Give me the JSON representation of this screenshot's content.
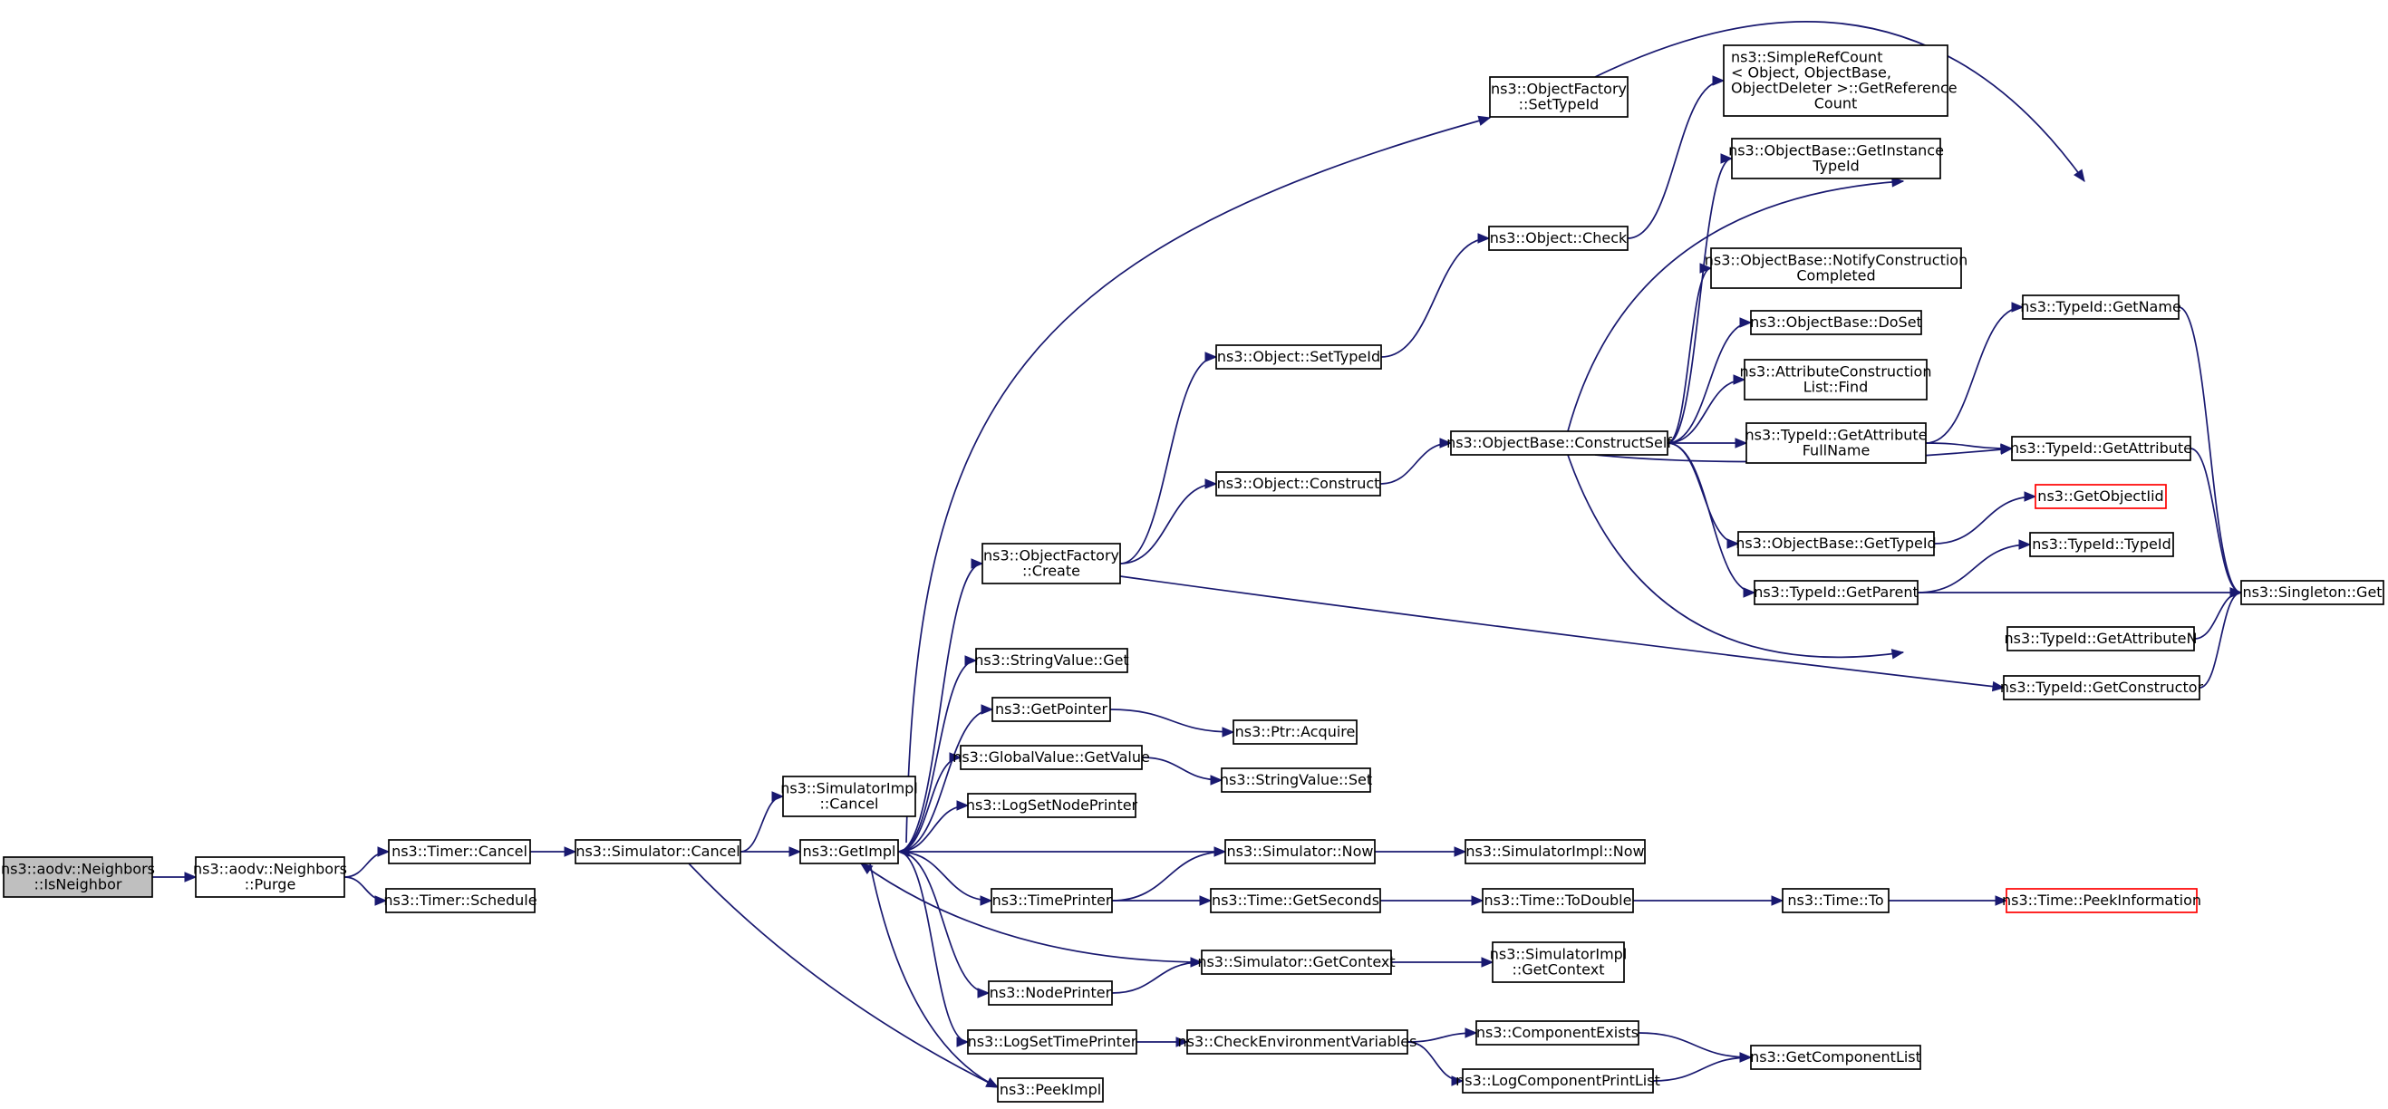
{
  "colors": {
    "edge": "#191970",
    "node_border": "#000000",
    "node_border_incomplete": "#ff0000",
    "root_fill": "#bfbfbf",
    "node_fill": "#ffffff"
  },
  "nodes": {
    "n_isneighbor": {
      "lines": [
        "ns3::aodv::Neighbors",
        "::IsNeighbor"
      ],
      "style": "root"
    },
    "n_purge": {
      "lines": [
        "ns3::aodv::Neighbors",
        "::Purge"
      ]
    },
    "n_timer_cancel": {
      "lines": [
        "ns3::Timer::Cancel"
      ]
    },
    "n_timer_schedule": {
      "lines": [
        "ns3::Timer::Schedule"
      ]
    },
    "n_sim_cancel": {
      "lines": [
        "ns3::Simulator::Cancel"
      ]
    },
    "n_simimpl_cancel": {
      "lines": [
        "ns3::SimulatorImpl",
        "::Cancel"
      ]
    },
    "n_getimpl": {
      "lines": [
        "ns3::GetImpl"
      ]
    },
    "n_peekimpl": {
      "lines": [
        "ns3::PeekImpl"
      ]
    },
    "n_objfactory_create": {
      "lines": [
        "ns3::ObjectFactory",
        "::Create"
      ]
    },
    "n_stringvalue_get": {
      "lines": [
        "ns3::StringValue::Get"
      ]
    },
    "n_getpointer": {
      "lines": [
        "ns3::GetPointer"
      ]
    },
    "n_globalvalue_getvalue": {
      "lines": [
        "ns3::GlobalValue::GetValue"
      ]
    },
    "n_logsetnodeprinter": {
      "lines": [
        "ns3::LogSetNodePrinter"
      ]
    },
    "n_timeprinter": {
      "lines": [
        "ns3::TimePrinter"
      ]
    },
    "n_nodeprinter": {
      "lines": [
        "ns3::NodePrinter"
      ]
    },
    "n_logsettimeprinter": {
      "lines": [
        "ns3::LogSetTimePrinter"
      ]
    },
    "n_objfactory_settypeid": {
      "lines": [
        "ns3::ObjectFactory",
        "::SetTypeId"
      ]
    },
    "n_object_settypeid": {
      "lines": [
        "ns3::Object::SetTypeId"
      ]
    },
    "n_object_construct": {
      "lines": [
        "ns3::Object::Construct"
      ]
    },
    "n_ptr_acquire": {
      "lines": [
        "ns3::Ptr::Acquire"
      ]
    },
    "n_stringvalue_set": {
      "lines": [
        "ns3::StringValue::Set"
      ]
    },
    "n_sim_now": {
      "lines": [
        "ns3::Simulator::Now"
      ]
    },
    "n_time_getseconds": {
      "lines": [
        "ns3::Time::GetSeconds"
      ]
    },
    "n_sim_getcontext": {
      "lines": [
        "ns3::Simulator::GetContext"
      ]
    },
    "n_checkenv": {
      "lines": [
        "ns3::CheckEnvironmentVariables"
      ]
    },
    "n_object_check": {
      "lines": [
        "ns3::Object::Check"
      ]
    },
    "n_constructself": {
      "lines": [
        "ns3::ObjectBase::ConstructSelf"
      ]
    },
    "n_simimpl_now": {
      "lines": [
        "ns3::SimulatorImpl::Now"
      ]
    },
    "n_time_todouble": {
      "lines": [
        "ns3::Time::ToDouble"
      ]
    },
    "n_simimpl_getcontext": {
      "lines": [
        "ns3::SimulatorImpl",
        "::GetContext"
      ]
    },
    "n_componentexists": {
      "lines": [
        "ns3::ComponentExists"
      ]
    },
    "n_logcomponentprintlist": {
      "lines": [
        "ns3::LogComponentPrintList"
      ]
    },
    "n_simplerefcount": {
      "lines": [
        "ns3::SimpleRefCount",
        "< Object, ObjectBase,",
        " ObjectDeleter >::GetReference",
        "Count"
      ]
    },
    "n_getinstancetypeid": {
      "lines": [
        "ns3::ObjectBase::GetInstance",
        "TypeId"
      ]
    },
    "n_notifyconstruction": {
      "lines": [
        "ns3::ObjectBase::NotifyConstruction",
        "Completed"
      ]
    },
    "n_doset": {
      "lines": [
        "ns3::ObjectBase::DoSet"
      ]
    },
    "n_attrconstruction_find": {
      "lines": [
        "ns3::AttributeConstruction",
        "List::Find"
      ]
    },
    "n_getattributefullname": {
      "lines": [
        "ns3::TypeId::GetAttribute",
        "FullName"
      ]
    },
    "n_objectbase_gettypeid": {
      "lines": [
        "ns3::ObjectBase::GetTypeId"
      ]
    },
    "n_typeid_getparent": {
      "lines": [
        "ns3::TypeId::GetParent"
      ]
    },
    "n_time_to": {
      "lines": [
        "ns3::Time::To"
      ]
    },
    "n_getcomponentlist": {
      "lines": [
        "ns3::GetComponentList"
      ]
    },
    "n_typeid_getname": {
      "lines": [
        "ns3::TypeId::GetName"
      ]
    },
    "n_typeid_getattribute": {
      "lines": [
        "ns3::TypeId::GetAttribute"
      ]
    },
    "n_getobjectiid": {
      "lines": [
        "ns3::GetObjectIid"
      ],
      "style": "red"
    },
    "n_typeid_typeid": {
      "lines": [
        "ns3::TypeId::TypeId"
      ]
    },
    "n_typeid_getattributen": {
      "lines": [
        "ns3::TypeId::GetAttributeN"
      ]
    },
    "n_typeid_getconstructor": {
      "lines": [
        "ns3::TypeId::GetConstructor"
      ]
    },
    "n_time_peekinformation": {
      "lines": [
        "ns3::Time::PeekInformation"
      ],
      "style": "red"
    },
    "n_singleton_get": {
      "lines": [
        "ns3::Singleton::Get"
      ]
    }
  },
  "edges": [
    [
      "n_isneighbor",
      "n_purge"
    ],
    [
      "n_purge",
      "n_timer_cancel"
    ],
    [
      "n_purge",
      "n_timer_schedule"
    ],
    [
      "n_timer_cancel",
      "n_sim_cancel"
    ],
    [
      "n_sim_cancel",
      "n_simimpl_cancel"
    ],
    [
      "n_sim_cancel",
      "n_getimpl"
    ],
    [
      "n_sim_cancel",
      "n_peekimpl"
    ],
    [
      "n_getimpl",
      "n_objfactory_create"
    ],
    [
      "n_getimpl",
      "n_stringvalue_get"
    ],
    [
      "n_getimpl",
      "n_getpointer"
    ],
    [
      "n_getimpl",
      "n_globalvalue_getvalue"
    ],
    [
      "n_getimpl",
      "n_logsetnodeprinter"
    ],
    [
      "n_getimpl",
      "n_timeprinter"
    ],
    [
      "n_getimpl",
      "n_nodeprinter"
    ],
    [
      "n_getimpl",
      "n_logsettimeprinter"
    ],
    [
      "n_getimpl",
      "n_peekimpl"
    ],
    [
      "n_getimpl",
      "n_objfactory_settypeid"
    ],
    [
      "n_objfactory_create",
      "n_object_settypeid"
    ],
    [
      "n_objfactory_create",
      "n_object_construct"
    ],
    [
      "n_objfactory_create",
      "n_typeid_getconstructor"
    ],
    [
      "n_objfactory_settypeid",
      "n_typeid_getname"
    ],
    [
      "n_object_settypeid",
      "n_object_check"
    ],
    [
      "n_object_check",
      "n_simplerefcount"
    ],
    [
      "n_object_construct",
      "n_constructself"
    ],
    [
      "n_getpointer",
      "n_ptr_acquire"
    ],
    [
      "n_globalvalue_getvalue",
      "n_stringvalue_set"
    ],
    [
      "n_sim_now",
      "n_getimpl"
    ],
    [
      "n_sim_now",
      "n_simimpl_now"
    ],
    [
      "n_timeprinter",
      "n_sim_now"
    ],
    [
      "n_timeprinter",
      "n_time_getseconds"
    ],
    [
      "n_time_getseconds",
      "n_time_todouble"
    ],
    [
      "n_time_todouble",
      "n_time_to"
    ],
    [
      "n_time_to",
      "n_time_peekinformation"
    ],
    [
      "n_sim_getcontext",
      "n_getimpl"
    ],
    [
      "n_sim_getcontext",
      "n_simimpl_getcontext"
    ],
    [
      "n_nodeprinter",
      "n_sim_getcontext"
    ],
    [
      "n_logsettimeprinter",
      "n_checkenv"
    ],
    [
      "n_checkenv",
      "n_componentexists"
    ],
    [
      "n_checkenv",
      "n_logcomponentprintlist"
    ],
    [
      "n_componentexists",
      "n_getcomponentlist"
    ],
    [
      "n_logcomponentprintlist",
      "n_getcomponentlist"
    ],
    [
      "n_constructself",
      "n_getinstancetypeid"
    ],
    [
      "n_constructself",
      "n_typeid_getname"
    ],
    [
      "n_constructself",
      "n_notifyconstruction"
    ],
    [
      "n_constructself",
      "n_doset"
    ],
    [
      "n_constructself",
      "n_attrconstruction_find"
    ],
    [
      "n_constructself",
      "n_getattributefullname"
    ],
    [
      "n_constructself",
      "n_typeid_getattribute"
    ],
    [
      "n_constructself",
      "n_objectbase_gettypeid"
    ],
    [
      "n_constructself",
      "n_typeid_getparent"
    ],
    [
      "n_constructself",
      "n_typeid_getattributen"
    ],
    [
      "n_getattributefullname",
      "n_typeid_getname"
    ],
    [
      "n_getattributefullname",
      "n_typeid_getattribute"
    ],
    [
      "n_objectbase_gettypeid",
      "n_getobjectiid"
    ],
    [
      "n_typeid_getparent",
      "n_typeid_typeid"
    ],
    [
      "n_typeid_getparent",
      "n_singleton_get"
    ],
    [
      "n_typeid_getname",
      "n_singleton_get"
    ],
    [
      "n_typeid_getattribute",
      "n_singleton_get"
    ],
    [
      "n_typeid_getattributen",
      "n_singleton_get"
    ],
    [
      "n_typeid_getconstructor",
      "n_singleton_get"
    ]
  ]
}
